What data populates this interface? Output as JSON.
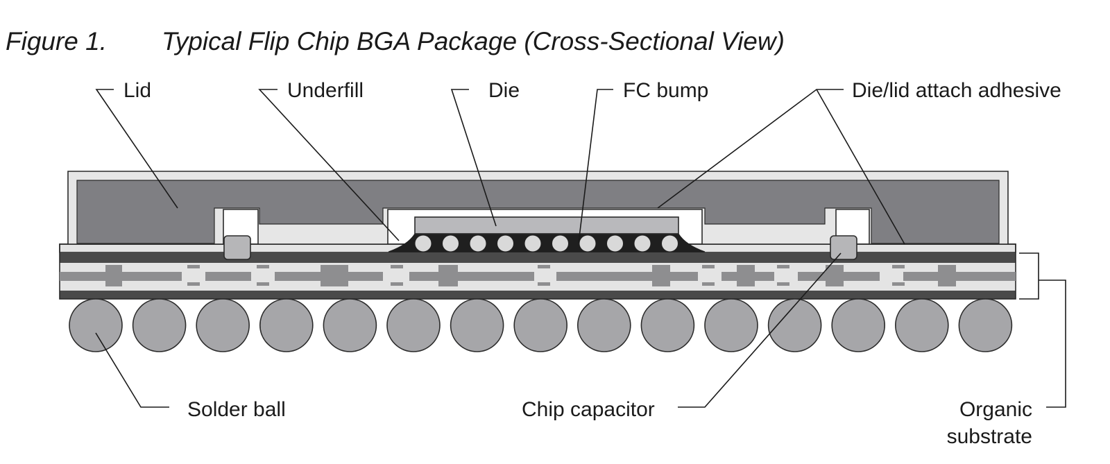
{
  "figure": {
    "number": "Figure 1.",
    "title": "Typical Flip Chip BGA Package (Cross-Sectional View)"
  },
  "labels": {
    "lid": "Lid",
    "underfill": "Underfill",
    "die": "Die",
    "fc_bump": "FC bump",
    "die_lid_adhesive": "Die/lid attach adhesive",
    "solder_ball": "Solder ball",
    "chip_capacitor": "Chip capacitor",
    "organic_substrate_line1": "Organic",
    "organic_substrate_line2": "substrate"
  },
  "counts": {
    "fc_bumps": 10,
    "solder_balls": 15
  },
  "colors": {
    "lid_fill": "#7f7f83",
    "lid_shell": "#e6e6e6",
    "die_fill": "#b9b9bc",
    "underfill": "#1f1f1f",
    "bump": "#d9d9d9",
    "substrate_core": "#e4e4e4",
    "substrate_dark": "#4a4a4a",
    "trace": "#8e8e90",
    "solder_ball": "#a6a6a9",
    "capacitor": "#b6b6b8"
  }
}
